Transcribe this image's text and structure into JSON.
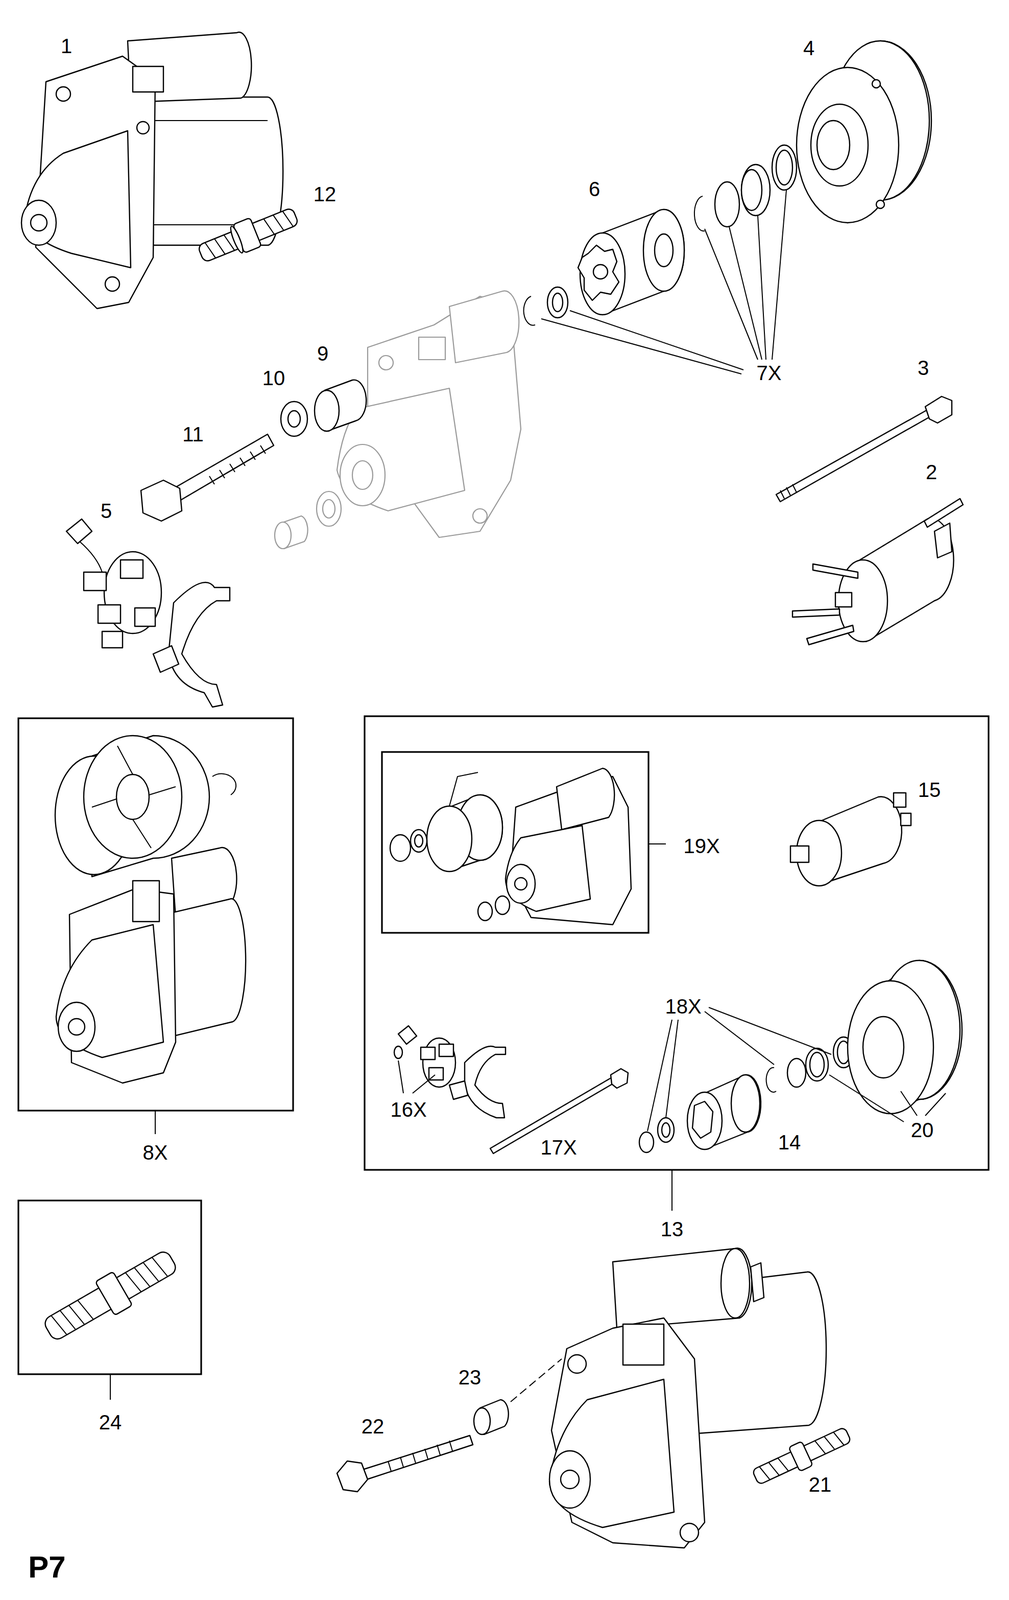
{
  "diagram": {
    "labels": [
      "1",
      "12",
      "4",
      "6",
      "7X",
      "9",
      "10",
      "11",
      "3",
      "2",
      "5",
      "8X",
      "19X",
      "15",
      "18X",
      "16X",
      "17X",
      "14",
      "20",
      "13",
      "24",
      "23",
      "22",
      "21",
      "P7"
    ]
  }
}
